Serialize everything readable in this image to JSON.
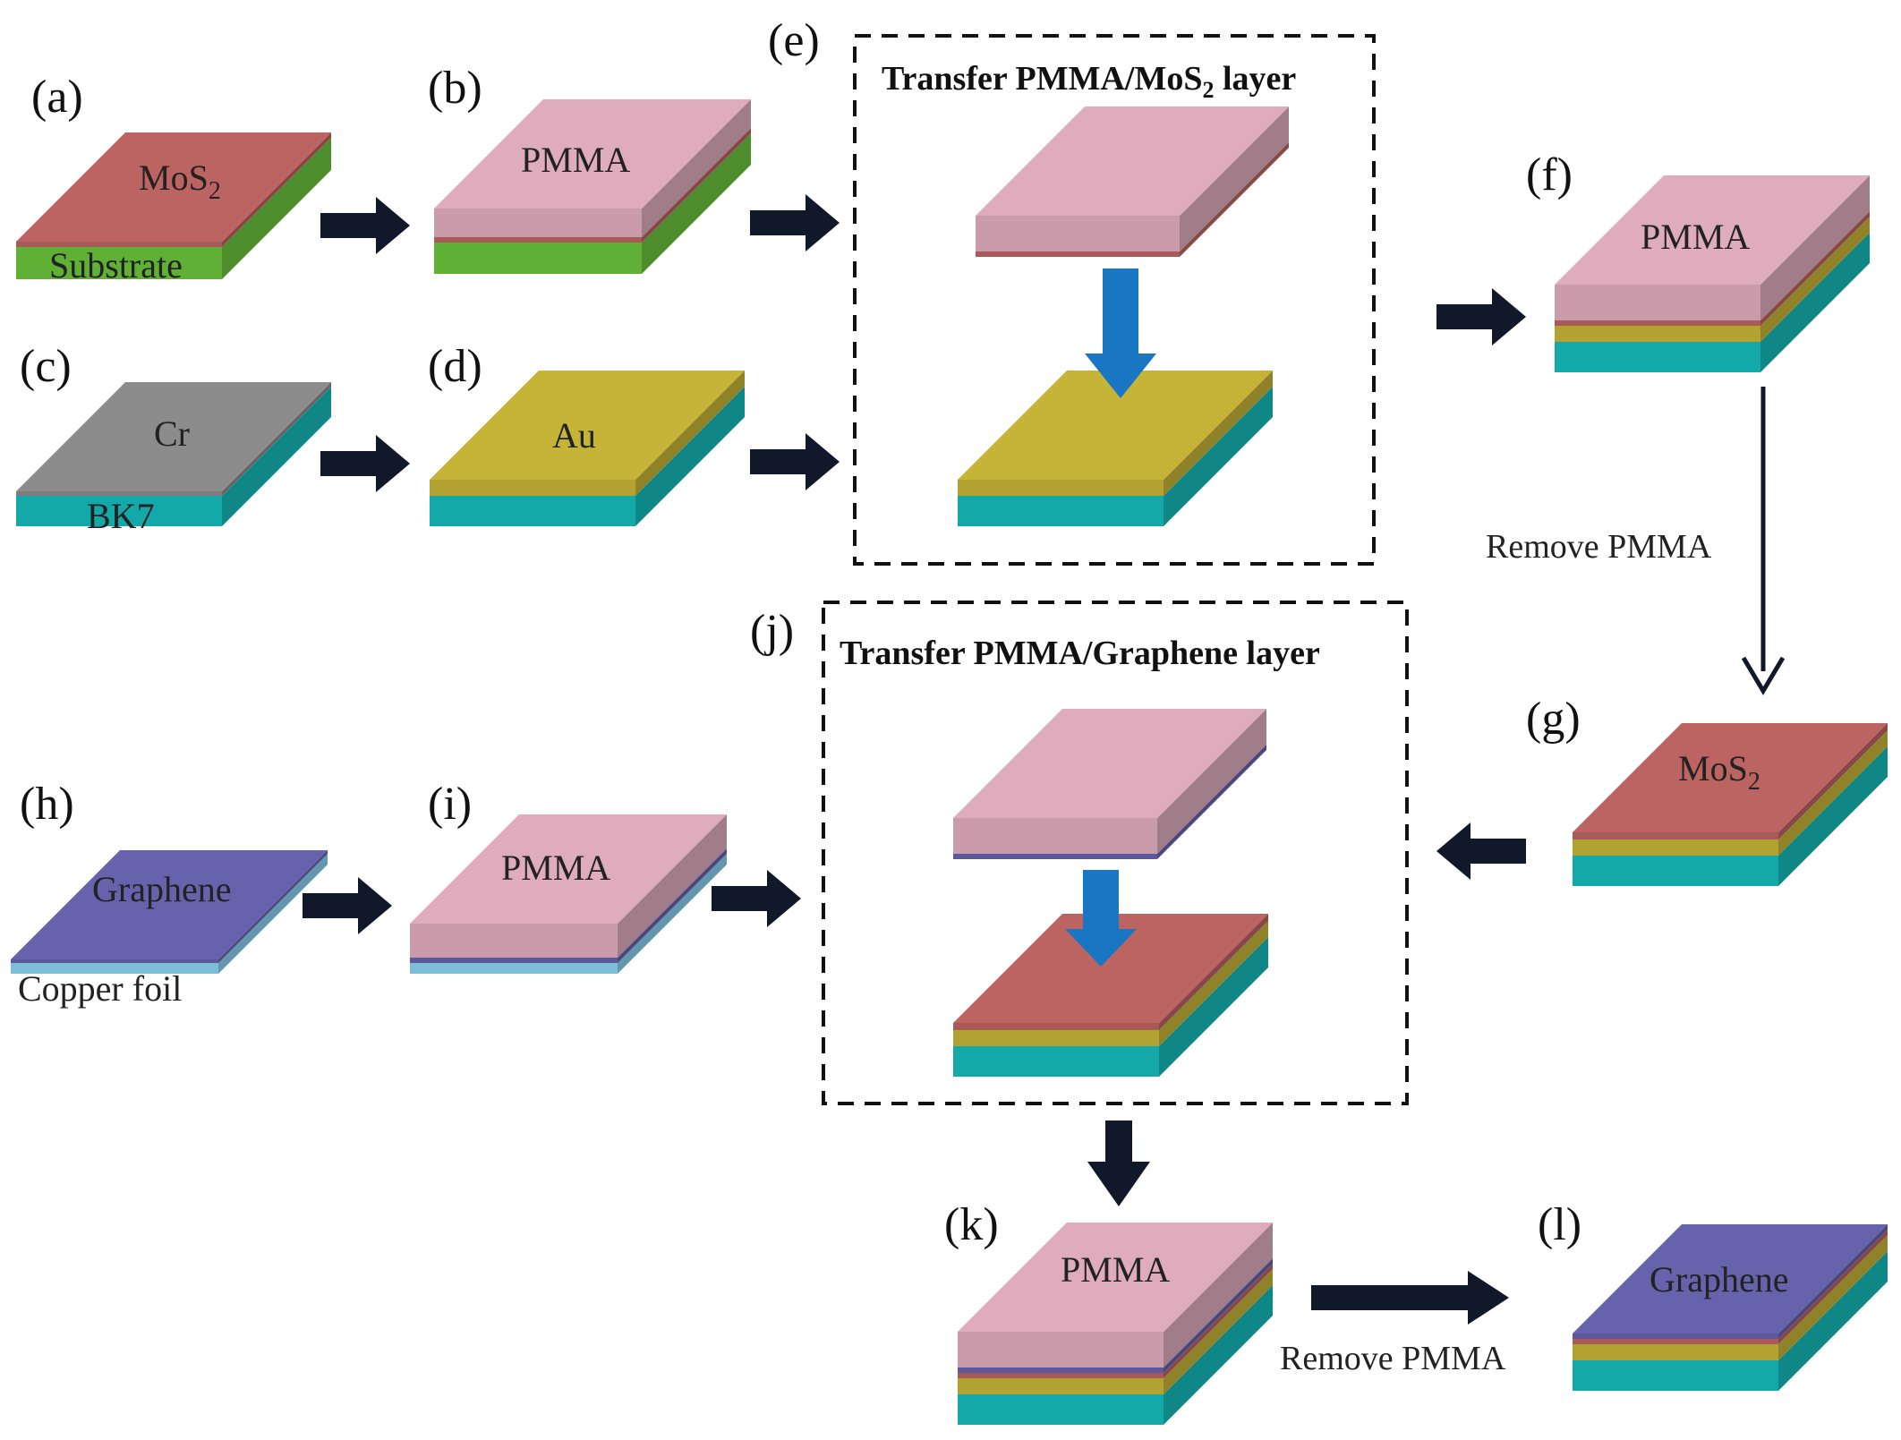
{
  "colors": {
    "mos2": "#bc6462",
    "substrate": "#6cc43c",
    "pmma": "#dfacbe",
    "cr": "#8c8c8c",
    "au": "#c6b438",
    "bk7": "#16bcbc",
    "graphene": "#6662ac",
    "copper": "#8ad2f0",
    "arrow": "#11182a",
    "transfer_arrow": "#1976c3"
  },
  "panels": {
    "a": {
      "label": "(a)",
      "top": "MoS",
      "sub": "2",
      "base": "Substrate"
    },
    "b": {
      "label": "(b)",
      "top": "PMMA"
    },
    "c": {
      "label": "(c)",
      "top": "Cr",
      "base": "BK7"
    },
    "d": {
      "label": "(d)",
      "top": "Au"
    },
    "e": {
      "label": "(e)",
      "caption": "Transfer PMMA/MoS",
      "caption_sub": "2",
      "caption_end": " layer"
    },
    "f": {
      "label": "(f)",
      "top": "PMMA"
    },
    "g": {
      "label": "(g)",
      "top": "MoS",
      "sub": "2"
    },
    "h": {
      "label": "(h)",
      "top": "Graphene",
      "base": "Copper foil"
    },
    "i": {
      "label": "(i)",
      "top": "PMMA"
    },
    "j": {
      "label": "(j)",
      "caption": "Transfer PMMA/Graphene layer"
    },
    "k": {
      "label": "(k)",
      "top": "PMMA"
    },
    "l": {
      "label": "(l)",
      "top": "Graphene"
    }
  },
  "steps": {
    "f_to_g": "Remove PMMA",
    "k_to_l": "Remove PMMA"
  }
}
